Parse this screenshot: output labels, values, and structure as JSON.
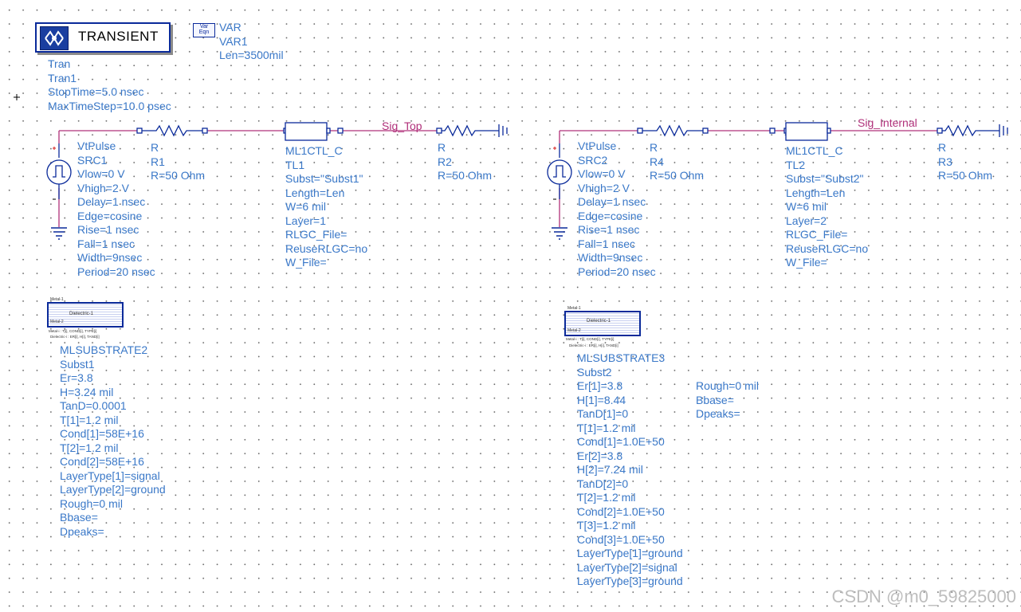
{
  "transient": {
    "title": "TRANSIENT",
    "lines": [
      "Tran",
      "Tran1",
      "StopTime=5.0 nsec",
      "MaxTimeStep=10.0 psec"
    ]
  },
  "var_block": {
    "icon_top": "Var",
    "icon_bottom": "Eqn",
    "lines": [
      "VAR",
      "VAR1",
      "Len=3500mil"
    ]
  },
  "wire_labels": {
    "sig_top": "Sig_Top",
    "sig_internal": "Sig_Internal"
  },
  "src1": {
    "name_lines": [
      "VtPulse",
      "SRC1"
    ],
    "param_lines": [
      "Vlow=0 V",
      "Vhigh=2 V",
      "Delay=1 nsec",
      "Edge=cosine",
      "Rise=1 nsec",
      "Fall=1 nsec",
      "Width=9nsec",
      "Period=20 nsec"
    ]
  },
  "r1": {
    "type": "R",
    "name": "R1",
    "value": "R=50 Ohm"
  },
  "tl1": {
    "type": "ML1CTL_C",
    "name": "TL1",
    "param_lines": [
      "Subst=\"Subst1\"",
      "Length=Len",
      "W=6 mil",
      "Layer=1",
      "RLGC_File=",
      "ReuseRLGC=no",
      "W_File="
    ]
  },
  "r2": {
    "type": "R",
    "name": "R2",
    "value": "R=50 Ohm"
  },
  "src2": {
    "name_lines": [
      "VtPulse",
      "SRC2"
    ],
    "param_lines": [
      "Vlow=0 V",
      "Vhigh=2 V",
      "Delay=1 nsec",
      "Edge=cosine",
      "Rise=1 nsec",
      "Fall=1 nsec",
      "Width=9nsec",
      "Period=20 nsec"
    ]
  },
  "r4": {
    "type": "R",
    "name": "R4",
    "value": "R=50 Ohm"
  },
  "tl2": {
    "type": "ML1CTL_C",
    "name": "TL2",
    "param_lines": [
      "Subst=\"Subst2\"",
      "Length=Len",
      "W=6 mil",
      "Layer=2",
      "RLGC_File=",
      "ReuseRLGC=no",
      "W_File="
    ]
  },
  "r3": {
    "type": "R",
    "name": "R3",
    "value": "R=50 Ohm"
  },
  "sub1": {
    "icon_metal_top": "Metal-1",
    "icon_dielectric": "Dielectric-1",
    "icon_metal_bottom": "Metal-2",
    "icon_footer_1": "Metal-i : T[i], COND[i], TYPE[i]",
    "icon_footer_2": "Dielectric-i : ER[i], H[i], TAND[i]",
    "name_lines": [
      "MLSUBSTRATE2",
      "Subst1"
    ],
    "param_lines": [
      "Er=3.8",
      "H=3.24 mil",
      "TanD=0.0001",
      "T[1]=1.2 mil",
      "Cond[1]=58E+16",
      "T[2]=1.2 mil",
      "Cond[2]=58E+16",
      "LayerType[1]=signal",
      "LayerType[2]=ground",
      "Rough=0 mil",
      "Bbase=",
      "Dpeaks="
    ]
  },
  "sub2": {
    "icon_metal_top": "Metal-1",
    "icon_dielectric": "Dielectric-1",
    "icon_metal_bottom": "Metal-2",
    "icon_footer_1": "Metal-i : T[i], COND[i], TYPE[i]",
    "icon_footer_2": "Dielectric-i : ER[i], H[i], TAND[i]",
    "name_lines": [
      "MLSUBSTRATE3",
      "Subst2"
    ],
    "param_lines": [
      "Er[1]=3.8",
      "H[1]=8.44",
      "TanD[1]=0",
      "T[1]=1.2 mil",
      "Cond[1]=1.0E+50",
      "Er[2]=3.8",
      "H[2]=7.24 mil",
      "TanD[2]=0",
      "T[2]=1.2 mil",
      "Cond[2]=1.0E+50",
      "T[3]=1.2 mil",
      "Cond[3]=1.0E+50",
      "LayerType[1]=ground",
      "LayerType[2]=signal",
      "LayerType[3]=ground"
    ],
    "extra_lines": [
      "Rough=0 mil",
      "Bbase=",
      "Dpeaks="
    ]
  },
  "watermark": "CSDN @m0_59825000",
  "colors": {
    "wire": "#b0307a",
    "component": "#0a2a9a",
    "name_text": "#3a78c8",
    "param_text": "#000000"
  }
}
